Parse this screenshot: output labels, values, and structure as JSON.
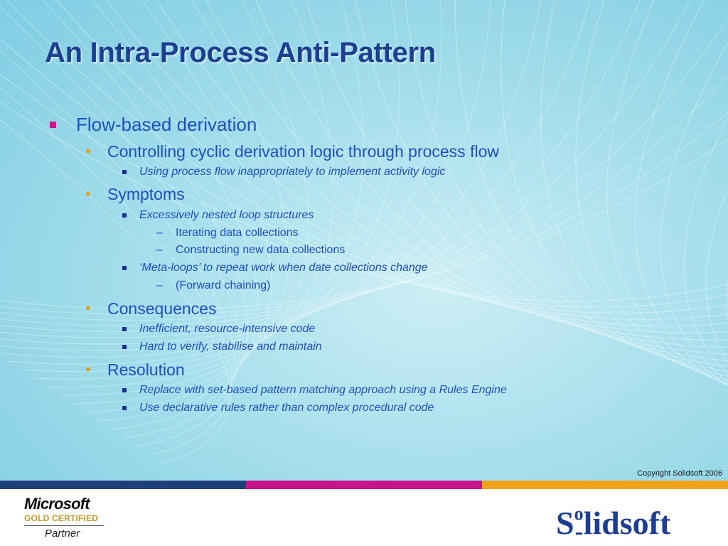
{
  "slide": {
    "title": "An Intra-Process Anti-Pattern",
    "copyright": "Copyright Solidsoft 2006",
    "bullets": [
      {
        "level": 1,
        "text": "Flow-based derivation"
      },
      {
        "level": 2,
        "text": "Controlling cyclic derivation logic through process flow"
      },
      {
        "level": 3,
        "text": "Using process flow inappropriately to implement activity logic"
      },
      {
        "level": 2,
        "text": "Symptoms"
      },
      {
        "level": 3,
        "text": "Excessively nested loop structures"
      },
      {
        "level": 4,
        "text": "Iterating data collections"
      },
      {
        "level": 4,
        "text": "Constructing new data collections"
      },
      {
        "level": 3,
        "text": "‘Meta-loops’ to repeat work when date collections change"
      },
      {
        "level": 4,
        "text": "(Forward chaining)"
      },
      {
        "level": 2,
        "text": "Consequences"
      },
      {
        "level": 3,
        "text": "Inefficient, resource-intensive code"
      },
      {
        "level": 3,
        "text": "Hard to verify, stabilise and maintain"
      },
      {
        "level": 2,
        "text": "Resolution"
      },
      {
        "level": 3,
        "text": "Replace with set-based pattern matching approach using a Rules Engine"
      },
      {
        "level": 3,
        "text": "Use declarative rules rather than complex procedural code"
      }
    ]
  },
  "footer": {
    "microsoft_word": "Microsoft",
    "microsoft_gold": "GOLD CERTIFIED",
    "microsoft_partner": "Partner",
    "solidsoft_s": "S",
    "solidsoft_o": "o",
    "solidsoft_rest": "lidsoft"
  },
  "colors": {
    "title": "#1e3f8f",
    "text": "#1f4fc2",
    "bar_navy": "#1e3f7a",
    "bar_magenta": "#c7148a",
    "bar_orange": "#f0a21a"
  },
  "icons": {
    "level1": "square-bullet-icon",
    "level2": "dot-bullet-icon",
    "level3": "small-square-bullet-icon",
    "level4": "dash-bullet-icon"
  }
}
